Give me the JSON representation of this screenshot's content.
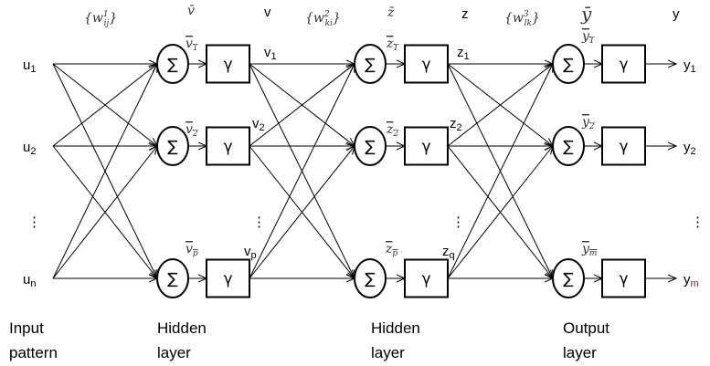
{
  "header": {
    "w1": {
      "base": "w",
      "sup": "1",
      "sub": "ij"
    },
    "vbar": "v̄",
    "v": "v",
    "w2": {
      "base": "w",
      "sup": "2",
      "sub": "ki"
    },
    "zbar": "z̄",
    "z": "z",
    "w3": {
      "base": "w",
      "sup": "3",
      "sub": "lk"
    },
    "ybar": "ȳ",
    "y": "y"
  },
  "inputs": [
    {
      "base": "u",
      "sub": "1"
    },
    {
      "base": "u",
      "sub": "2"
    },
    {
      "base": "u",
      "sub": "n"
    }
  ],
  "layer1": {
    "sum_labels": [
      {
        "base": "v",
        "sub": "1"
      },
      {
        "base": "v",
        "sub": "2"
      },
      {
        "base": "v",
        "sub": "p"
      }
    ],
    "out_labels": [
      {
        "base": "v",
        "sub": "1"
      },
      {
        "base": "v",
        "sub": "2"
      },
      {
        "base": "v",
        "sub": "p"
      }
    ]
  },
  "layer2": {
    "sum_labels": [
      {
        "base": "z",
        "sub": "1"
      },
      {
        "base": "z",
        "sub": "2"
      },
      {
        "base": "z",
        "sub": "p"
      }
    ],
    "out_labels": [
      {
        "base": "z",
        "sub": "1"
      },
      {
        "base": "z",
        "sub": "2"
      },
      {
        "base": "z",
        "sub": "q"
      }
    ]
  },
  "layer3": {
    "sum_labels": [
      {
        "base": "y",
        "sub": "1"
      },
      {
        "base": "y",
        "sub": "2"
      },
      {
        "base": "y",
        "sub": "m"
      }
    ],
    "out_labels": [
      {
        "base": "y",
        "sub": "1"
      },
      {
        "base": "y",
        "sub": "2"
      },
      {
        "base": "y",
        "sub": "m"
      }
    ]
  },
  "symbols": {
    "sum": "∑",
    "activation": "γ",
    "ellipsis": "⋮"
  },
  "captions": {
    "input": [
      "Input",
      "pattern"
    ],
    "hidden1": [
      "Hidden",
      "layer"
    ],
    "hidden2": [
      "Hidden",
      "layer"
    ],
    "output": [
      "Output",
      "layer"
    ]
  },
  "colors": {
    "line": "#000000",
    "weight_label": "#333333",
    "y_m_sub": "#7a1f3d"
  }
}
